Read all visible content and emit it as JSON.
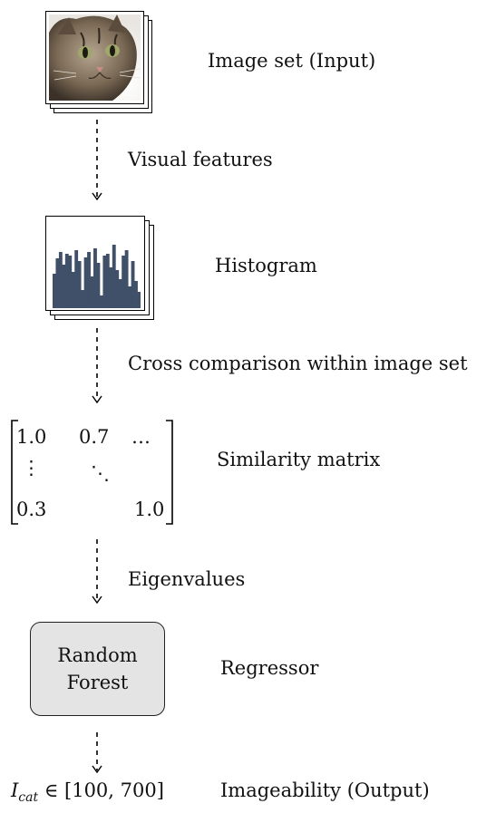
{
  "steps": {
    "input": {
      "label": "Image set (Input)",
      "image": "cat-photo"
    },
    "features": {
      "label": "Visual features"
    },
    "histogram": {
      "label": "Histogram",
      "bar_color": "#3f5068"
    },
    "comparison": {
      "label": "Cross comparison within image set"
    },
    "matrix": {
      "label": "Similarity matrix",
      "cells": {
        "r1c1": "1.0",
        "r1c2": "0.7",
        "r1c3": "…",
        "r2c1": "⋮",
        "r2c2": "⋱",
        "r3c1": "0.3",
        "r3c3": "1.0"
      }
    },
    "eigen": {
      "label": "Eigenvalues"
    },
    "regressor": {
      "label": "Regressor",
      "box_line1": "Random",
      "box_line2": "Forest",
      "box_color": "#e4e4e4"
    },
    "output": {
      "formula_var": "I",
      "formula_sub": "cat",
      "formula_rest": " ∈ [100, 700]",
      "label": "Imageability (Output)"
    }
  }
}
